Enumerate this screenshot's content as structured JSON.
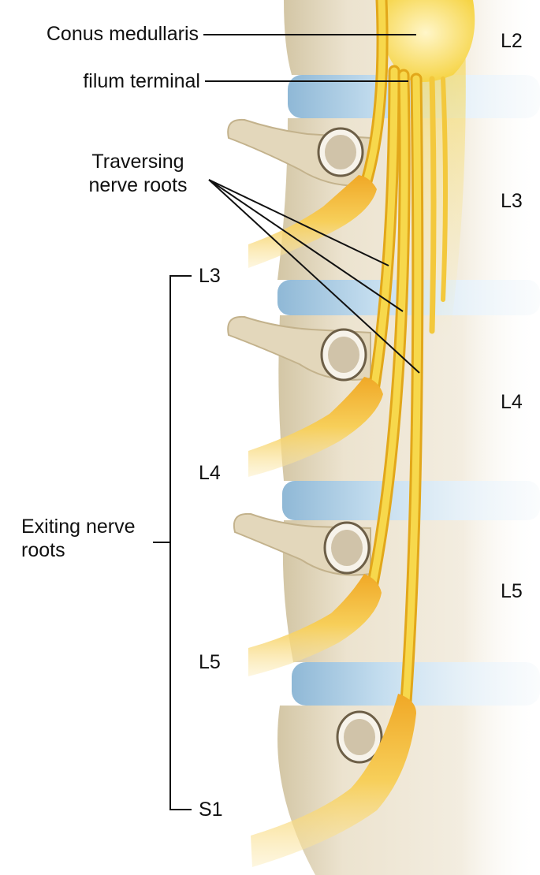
{
  "labels": {
    "conus": "Conus medullaris",
    "filum": "filum terminal",
    "traversing_line1": "Traversing",
    "traversing_line2": "nerve roots",
    "exiting_line1": "Exiting nerve",
    "exiting_line2": "roots"
  },
  "vertebra_levels": [
    "L2",
    "L3",
    "L4",
    "L5"
  ],
  "exiting_levels": [
    "L3",
    "L4",
    "L5",
    "S1"
  ],
  "colors": {
    "bone": "#ece3cf",
    "bone_shadow": "#d7caa9",
    "disc": "#b9d6ea",
    "disc_dark": "#8fb8d6",
    "nerve": "#f6d445",
    "nerve_dark": "#e2a71a",
    "line": "#111111"
  }
}
